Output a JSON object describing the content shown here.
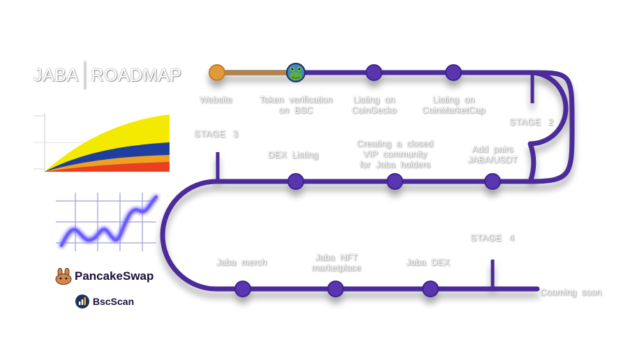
{
  "header": {
    "brand": "JABA",
    "title": "ROADMAP"
  },
  "stages": {
    "stage2": "STAGE 2",
    "stage3": "STAGE 3",
    "stage4": "STAGE 4"
  },
  "milestones": {
    "website": "Website",
    "token_verification": [
      "Token verification",
      "on BSC"
    ],
    "listing_coingecko": [
      "Listing on",
      "CoinGecko"
    ],
    "listing_coinmarketcap": [
      "Listing on",
      "CoinMarketCap"
    ],
    "dex_listing": "DEX Listing",
    "vip_community": [
      "Creating a closed",
      "VIP community",
      "for Jaba holders"
    ],
    "add_pairs": [
      "Add pairs",
      "JABA/USDT"
    ],
    "jaba_merch": "Jaba merch",
    "jaba_nft": [
      "Jaba NFT",
      "marketplace"
    ],
    "jaba_dex": "Jaba DEX",
    "coming_soon": "Cooming soon"
  },
  "logos": {
    "pancakeswap": "PancakeSwap",
    "bscscan": "BscScan"
  },
  "colors": {
    "path": "#4b2a9a",
    "node": "#5a36b0",
    "completed_path": "#b8862e",
    "start_node": "#e09a3a"
  },
  "icons": {
    "token_node": "frog-avatar-icon",
    "pancakeswap": "bunny-icon",
    "bscscan": "bscscan-icon"
  }
}
